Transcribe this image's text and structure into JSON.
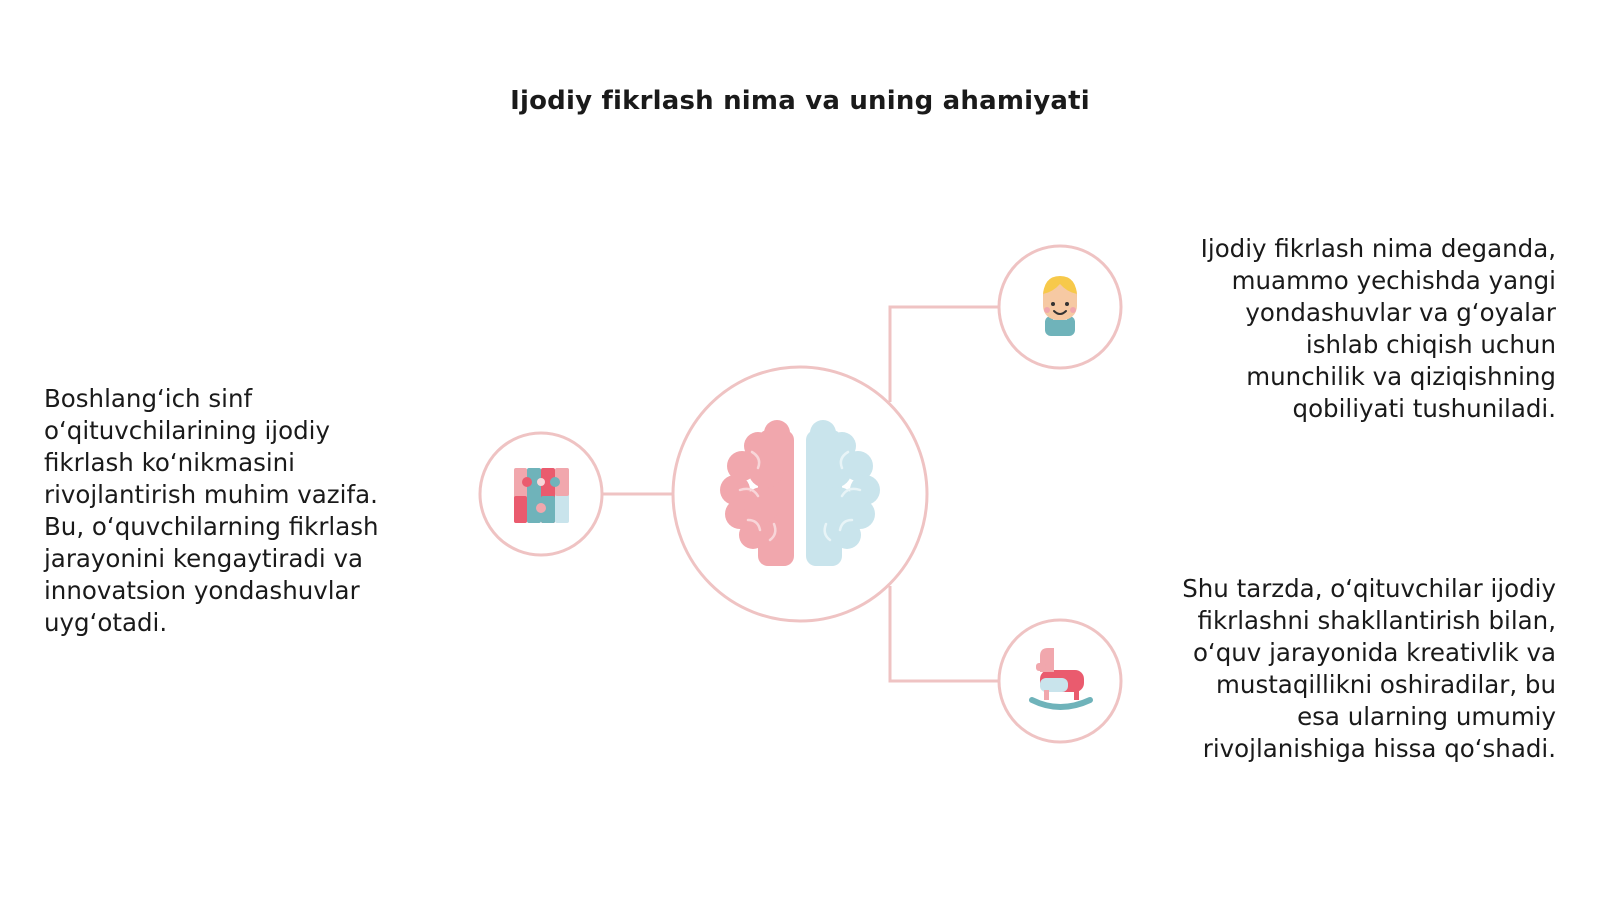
{
  "title": "Ijodiy fikrlash nima va uning ahamiyati",
  "left_text": [
    "Boshlang‘ich sinf",
    "o‘qituvchilarining ijodiy",
    "fikrlash ko‘nikmasini",
    "rivojlantirish muhim vazifa.",
    "Bu, o‘quvchilarning fikrlash",
    "jarayonini kengaytiradi va",
    "innovatsion yondashuvlar",
    "uyg‘otadi."
  ],
  "right_top_text": [
    "Ijodiy fikrlash nima deganda,",
    "muammo yechishda yangi",
    "yondashuvlar va g‘oyalar",
    "ishlab chiqish uchun",
    "munchilik va qiziqishning",
    "qobiliyati tushuniladi."
  ],
  "right_bottom_text": [
    "Shu tarzda, o‘qituvchilar ijodiy",
    "fikrlashni shakllantirish bilan,",
    "o‘quv jarayonida kreativlik va",
    "mustaqillikni oshiradilar, bu",
    "esa ularning umumiy",
    "rivojlanishiga hissa qo‘shadi."
  ],
  "icons": {
    "center": "brain-icon",
    "left": "puzzle-icon",
    "top_right": "child-face-icon",
    "bottom_right": "rocking-horse-icon"
  },
  "colors": {
    "line": "#efc3c3",
    "pink": "#f1a7ad",
    "light_blue": "#c9e4ec",
    "teal": "#6fb3ba",
    "coral": "#ea5b6e"
  }
}
